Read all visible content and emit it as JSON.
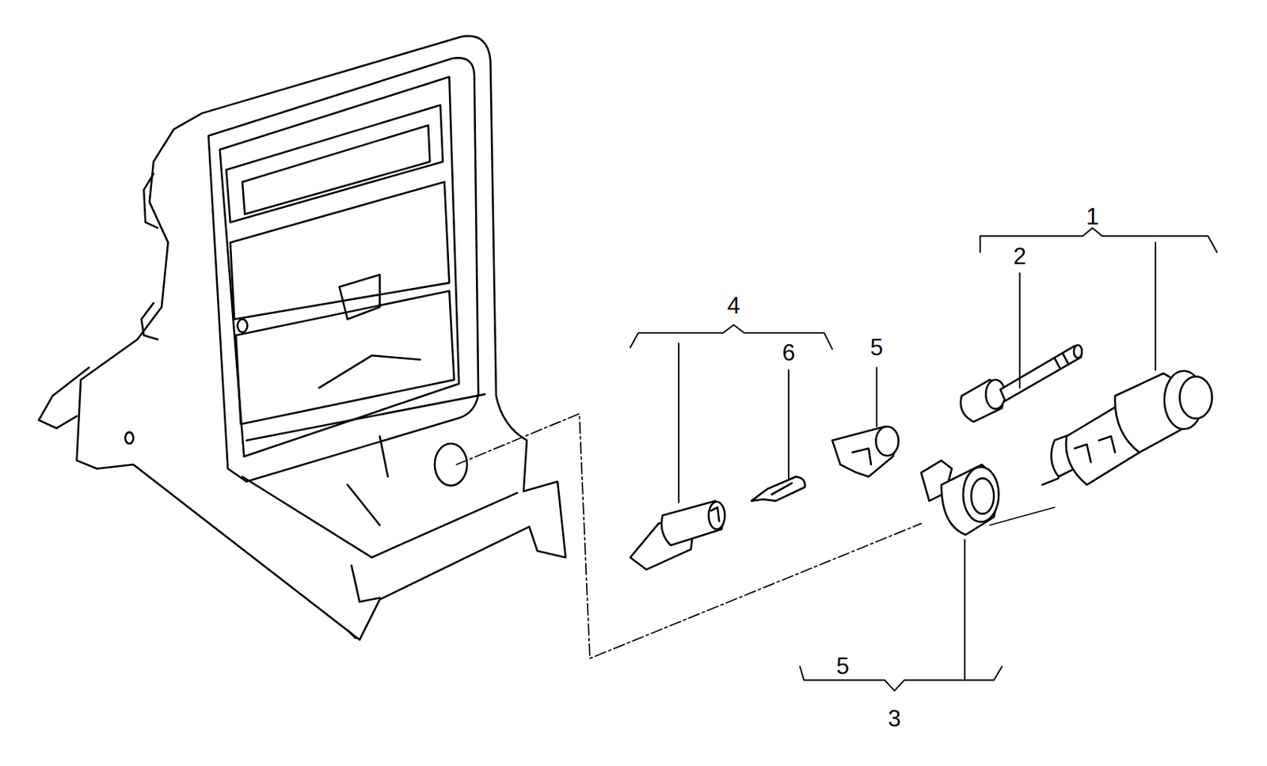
{
  "diagram": {
    "labels": [
      "1",
      "2",
      "4",
      "6",
      "5",
      "5",
      "3"
    ]
  }
}
